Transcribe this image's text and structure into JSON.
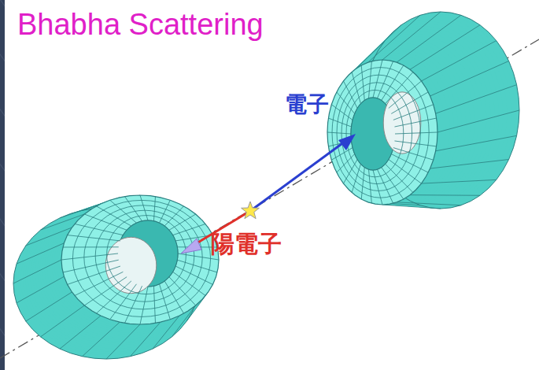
{
  "diagram": {
    "title": "Bhabha Scattering",
    "labels": [
      "電子",
      "陽電子"
    ]
  }
}
